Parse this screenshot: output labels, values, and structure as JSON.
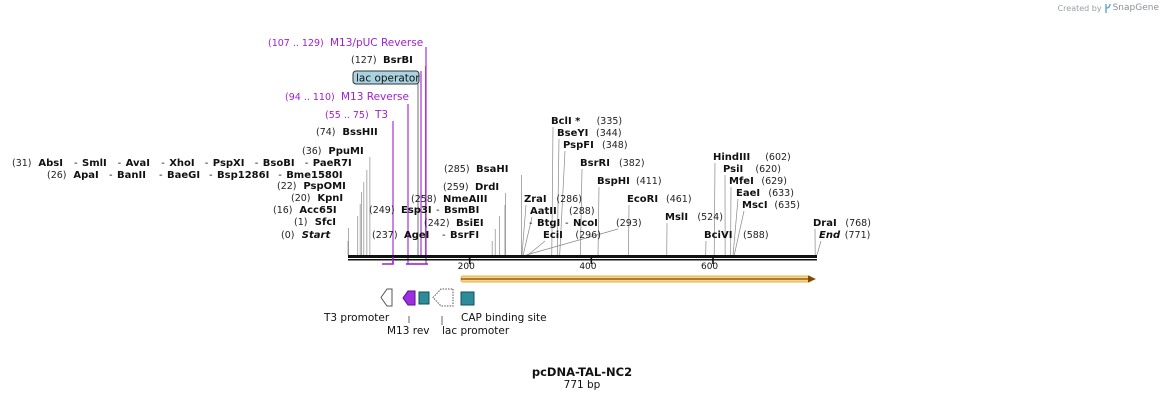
{
  "watermark": {
    "prefix": "Created by",
    "brand": "SnapGene"
  },
  "plasmid": {
    "name": "pcDNA-TAL-NC2",
    "length_label": "771 bp",
    "length": 771
  },
  "colors": {
    "backbone": "#111111",
    "label": "#111111",
    "coord": "#222222",
    "primer": "#a020d0",
    "feature_teal": "#2e8b9a",
    "feature_purple": "#9b30e0",
    "operator_fill": "#a9d3e0",
    "orf_fill": "#f3c76a",
    "orf_line": "#7a4a00"
  },
  "ruler": [
    {
      "text": "200",
      "pos": 200
    },
    {
      "text": "400",
      "pos": 400
    },
    {
      "text": "600",
      "pos": 600
    }
  ],
  "primers": [
    {
      "range": "(107 .. 129)",
      "name": "M13/pUC Reverse"
    },
    {
      "range": "(94 .. 110)",
      "name": "M13 Reverse"
    },
    {
      "range": "(55 .. 75)",
      "name": "T3"
    }
  ],
  "operator": {
    "name": "lac operator"
  },
  "sites": [
    {
      "coord": "(127)",
      "name": "BsrBI"
    },
    {
      "coord": "(74)",
      "name": "BssHII"
    },
    {
      "coord": "(36)",
      "name": "PpuMI"
    },
    {
      "coord": "(31)",
      "names": [
        "AbsI",
        "SmlI",
        "AvaI",
        "XhoI",
        "PspXI",
        "BsoBI",
        "PaeR7I"
      ]
    },
    {
      "coord": "(26)",
      "names": [
        "ApaI",
        "BanII",
        "BaeGI",
        "Bsp1286I",
        "Bme1580I"
      ]
    },
    {
      "coord": "(22)",
      "name": "PspOMI"
    },
    {
      "coord": "(20)",
      "name": "KpnI"
    },
    {
      "coord": "(16)",
      "name": "Acc65I"
    },
    {
      "coord": "(1)",
      "name": "SfcI"
    },
    {
      "coord": "(0)",
      "name": "Start"
    },
    {
      "coord": "(249)",
      "name": "Esp3I"
    },
    {
      "coord": "(237)",
      "name": "AgeI"
    },
    {
      "coord": "(258)",
      "name": "NmeAIII"
    },
    {
      "coord": "(242)",
      "name": "BsiEI"
    },
    {
      "coord": "(285)",
      "name": "BsaHI"
    },
    {
      "coord": "(259)",
      "name": "DrdI"
    },
    {
      "name": "BsmBI"
    },
    {
      "name": "BsrFI"
    },
    {
      "coord": "(335)",
      "name": "BclI *"
    },
    {
      "coord": "(344)",
      "name": "BseYI"
    },
    {
      "coord": "(348)",
      "name": "PspFI"
    },
    {
      "coord": "(382)",
      "name": "BsrRI"
    },
    {
      "coord": "(411)",
      "name": "BspHI"
    },
    {
      "coord": "(286)",
      "name": "ZraI"
    },
    {
      "coord": "(288)",
      "name": "AatII"
    },
    {
      "name": "BtgI"
    },
    {
      "name": "NcoI"
    },
    {
      "coord": "(296)",
      "name": "EciI"
    },
    {
      "coord": "(293)",
      "name": ""
    },
    {
      "coord": "(461)",
      "name": "EcoRI"
    },
    {
      "coord": "(524)",
      "name": "MslI"
    },
    {
      "coord": "(588)",
      "name": "BciVI"
    },
    {
      "coord": "(602)",
      "name": "HindIII"
    },
    {
      "coord": "(620)",
      "name": "PsiI"
    },
    {
      "coord": "(629)",
      "name": "MfeI"
    },
    {
      "coord": "(633)",
      "name": "EaeI"
    },
    {
      "coord": "(635)",
      "name": "MscI"
    },
    {
      "coord": "(768)",
      "name": "DraI"
    },
    {
      "coord": "(771)",
      "name": "End"
    }
  ],
  "features": [
    {
      "name": "T3 promoter"
    },
    {
      "name": "M13 rev"
    },
    {
      "name": "lac promoter"
    },
    {
      "name": "CAP binding site"
    }
  ]
}
